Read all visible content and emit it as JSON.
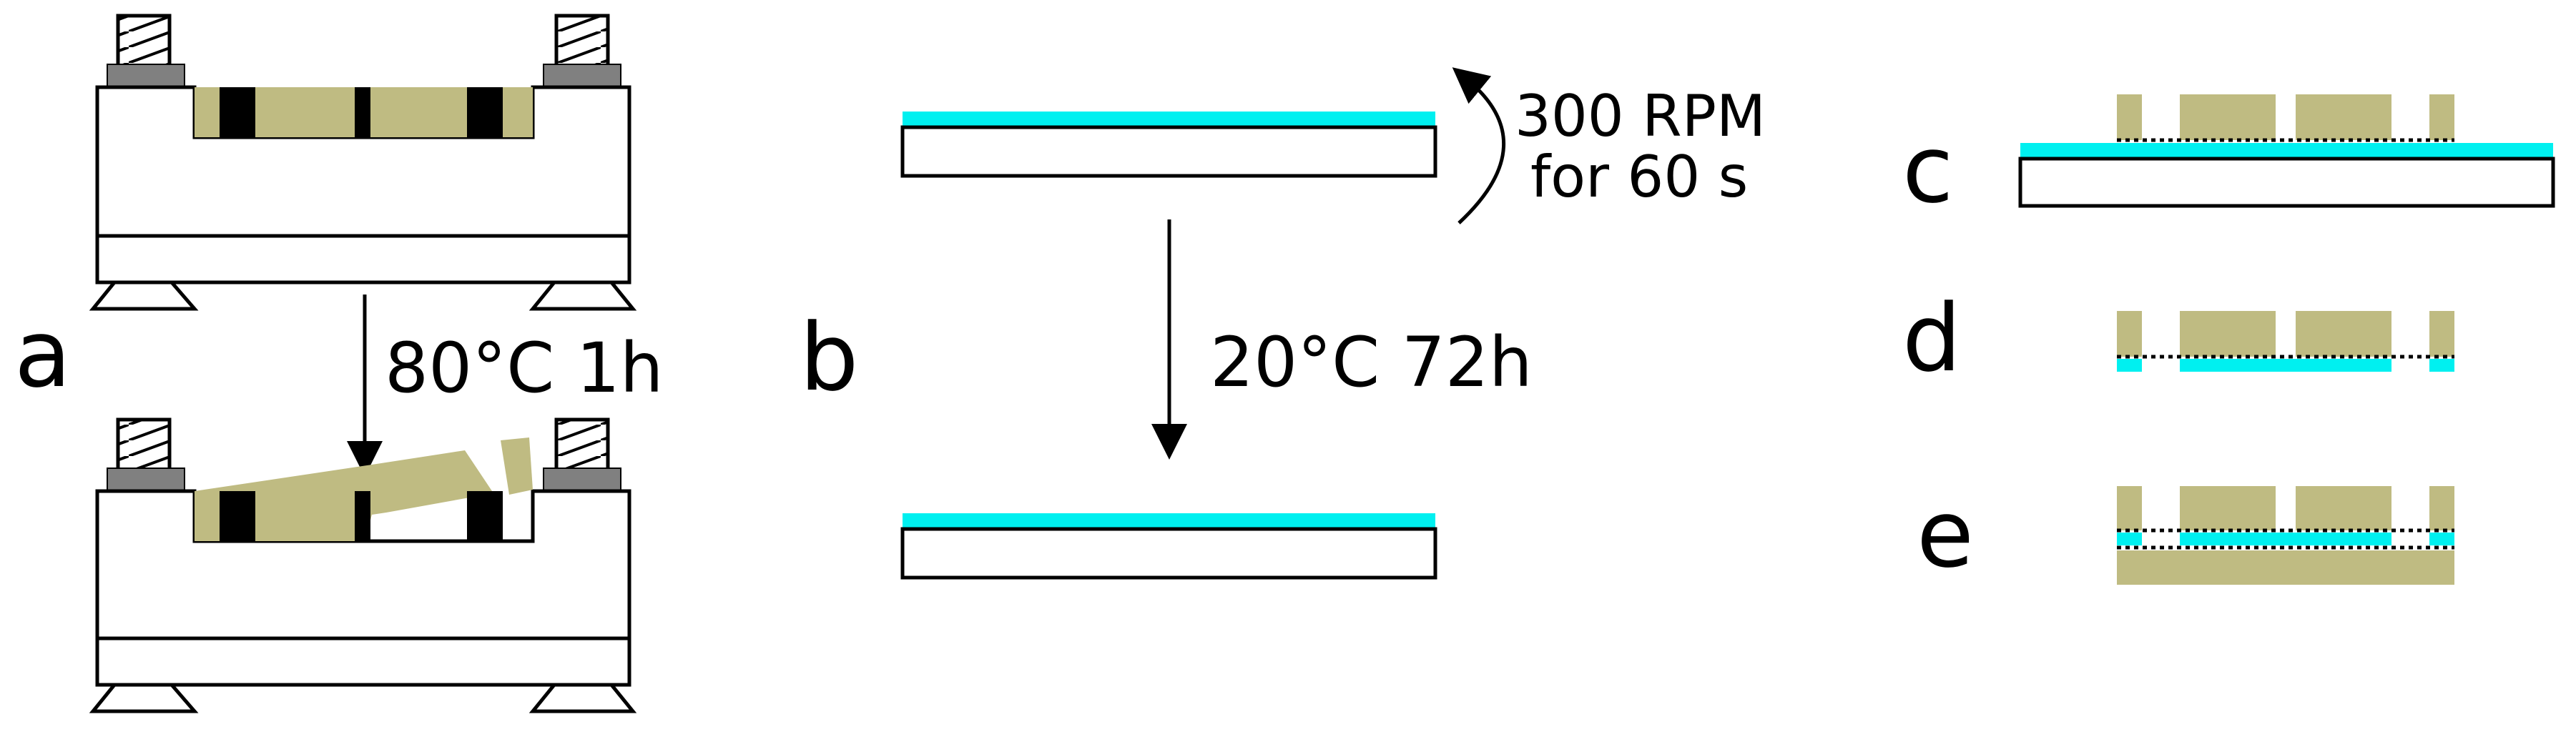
{
  "panels": {
    "a": {
      "label": "a",
      "step": "80°C 1h"
    },
    "b": {
      "label": "b",
      "spin_line1": "300 RPM",
      "spin_line2": "for 60 s",
      "step": "20°C 72h"
    },
    "c": {
      "label": "c"
    },
    "d": {
      "label": "d"
    },
    "e": {
      "label": "e"
    }
  },
  "colors": {
    "polymer": "#bfbb82",
    "coating": "#00f0f0",
    "clamp": "#808080",
    "spacer": "#000000",
    "outline": "#000000"
  }
}
